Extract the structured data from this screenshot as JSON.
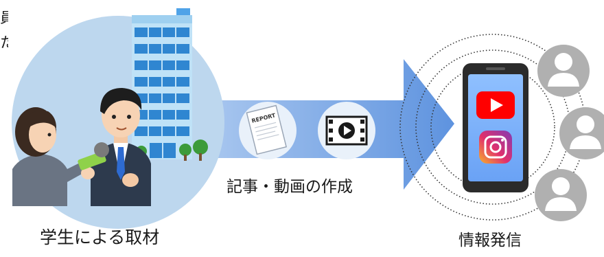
{
  "labels": {
    "left": "学生による取材",
    "middle": "記事・動画の作成",
    "right": "情報発信",
    "cropped_top_left": "員\nた"
  },
  "report_text": "REPORT",
  "colors": {
    "circle": "#bdd7ee",
    "arrow": "#6d9ee0",
    "youtube": "#ff0000",
    "phone_screen": "#7fb1ff",
    "avatar": "#b0b0b0",
    "building": "#3a8fd6"
  },
  "icons": [
    "building-icon",
    "reporter-icon",
    "interviewee-icon",
    "report-icon",
    "video-icon",
    "smartphone-icon",
    "youtube-icon",
    "instagram-icon",
    "user-avatar-icon"
  ]
}
